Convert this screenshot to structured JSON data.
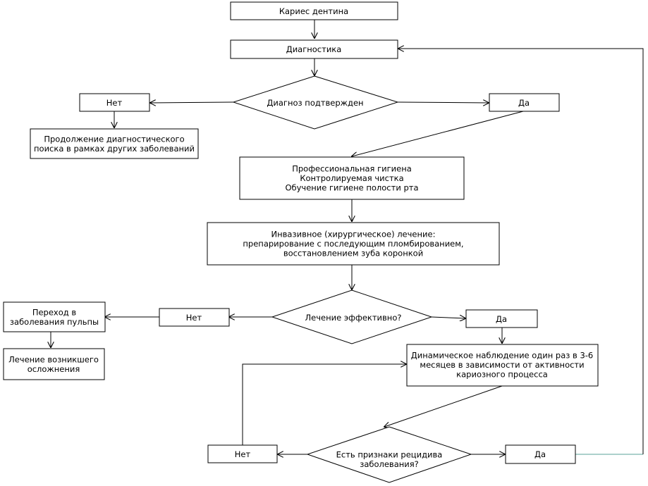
{
  "nodes": {
    "caries": {
      "lines": [
        "Кариес дентина"
      ]
    },
    "diagnostics": {
      "lines": [
        "Диагностика"
      ]
    },
    "diagnosis_confirmed": {
      "lines": [
        "Диагноз подтвержден"
      ]
    },
    "no_1": {
      "lines": [
        "Нет"
      ]
    },
    "yes_1": {
      "lines": [
        "Да"
      ]
    },
    "continue_search": {
      "lines": [
        "Продолжение диагностического",
        "поиска в рамках других заболеваний"
      ]
    },
    "hygiene": {
      "lines": [
        "Профессиональная гигиена",
        "Контролируемая чистка",
        "Обучение гигиене полости рта"
      ]
    },
    "invasive": {
      "lines": [
        "Инвазивное (хирургическое) лечение:",
        "препарирование с последующим пломбированием,",
        "восстановлением зуба коронкой"
      ]
    },
    "treatment_effective": {
      "lines": [
        "Лечение эффективно?"
      ]
    },
    "no_2": {
      "lines": [
        "Нет"
      ]
    },
    "yes_2": {
      "lines": [
        "Да"
      ]
    },
    "pulp": {
      "lines": [
        "Переход в",
        "заболевания пульпы"
      ]
    },
    "complication": {
      "lines": [
        "Лечение возникшего",
        "осложнения"
      ]
    },
    "observation": {
      "lines": [
        "Динамическое наблюдение один раз в 3-6",
        "месяцев в зависимости от активности",
        "кариозного процесса"
      ]
    },
    "relapse": {
      "lines": [
        "Есть признаки рецидива",
        "заболевания?"
      ]
    },
    "no_3": {
      "lines": [
        "Нет"
      ]
    },
    "yes_3": {
      "lines": [
        "Да"
      ]
    }
  }
}
